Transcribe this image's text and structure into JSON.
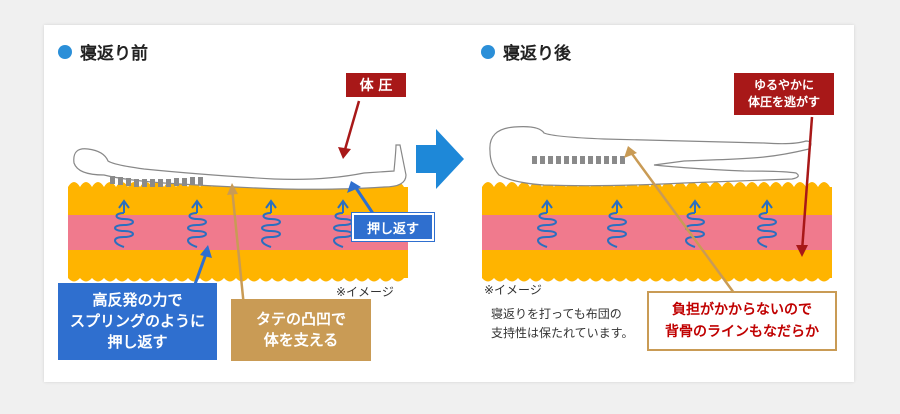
{
  "before": {
    "title": "寝返り前",
    "pressure_tag": "体 圧",
    "pushback_tag": "押し返す",
    "image_note": "※イメージ",
    "blue_box": "高反発の力で\nスプリングのように\n押し返す",
    "tan_box": "タテの凸凹で\n体を支える"
  },
  "after": {
    "title": "寝返り後",
    "pressure_tag": "ゆるやかに\n体圧を逃がす",
    "image_note": "※イメージ",
    "support_note": "寝返りを打っても布団の\n支持性は保たれています。",
    "red_box": "負担がかからないので\n背骨のラインもなだらか"
  },
  "colors": {
    "accent_blue": "#2b8fd8",
    "mattress_orange": "#ffb400",
    "mattress_pink": "#f07a8d",
    "spring_blue": "#2a6fc0",
    "tag_red": "#a81818",
    "box_blue": "#2f6fcf",
    "box_tan": "#c99b55"
  },
  "icons": [
    "right-arrow-icon",
    "spring-icon",
    "pointer-arrow-icon"
  ]
}
